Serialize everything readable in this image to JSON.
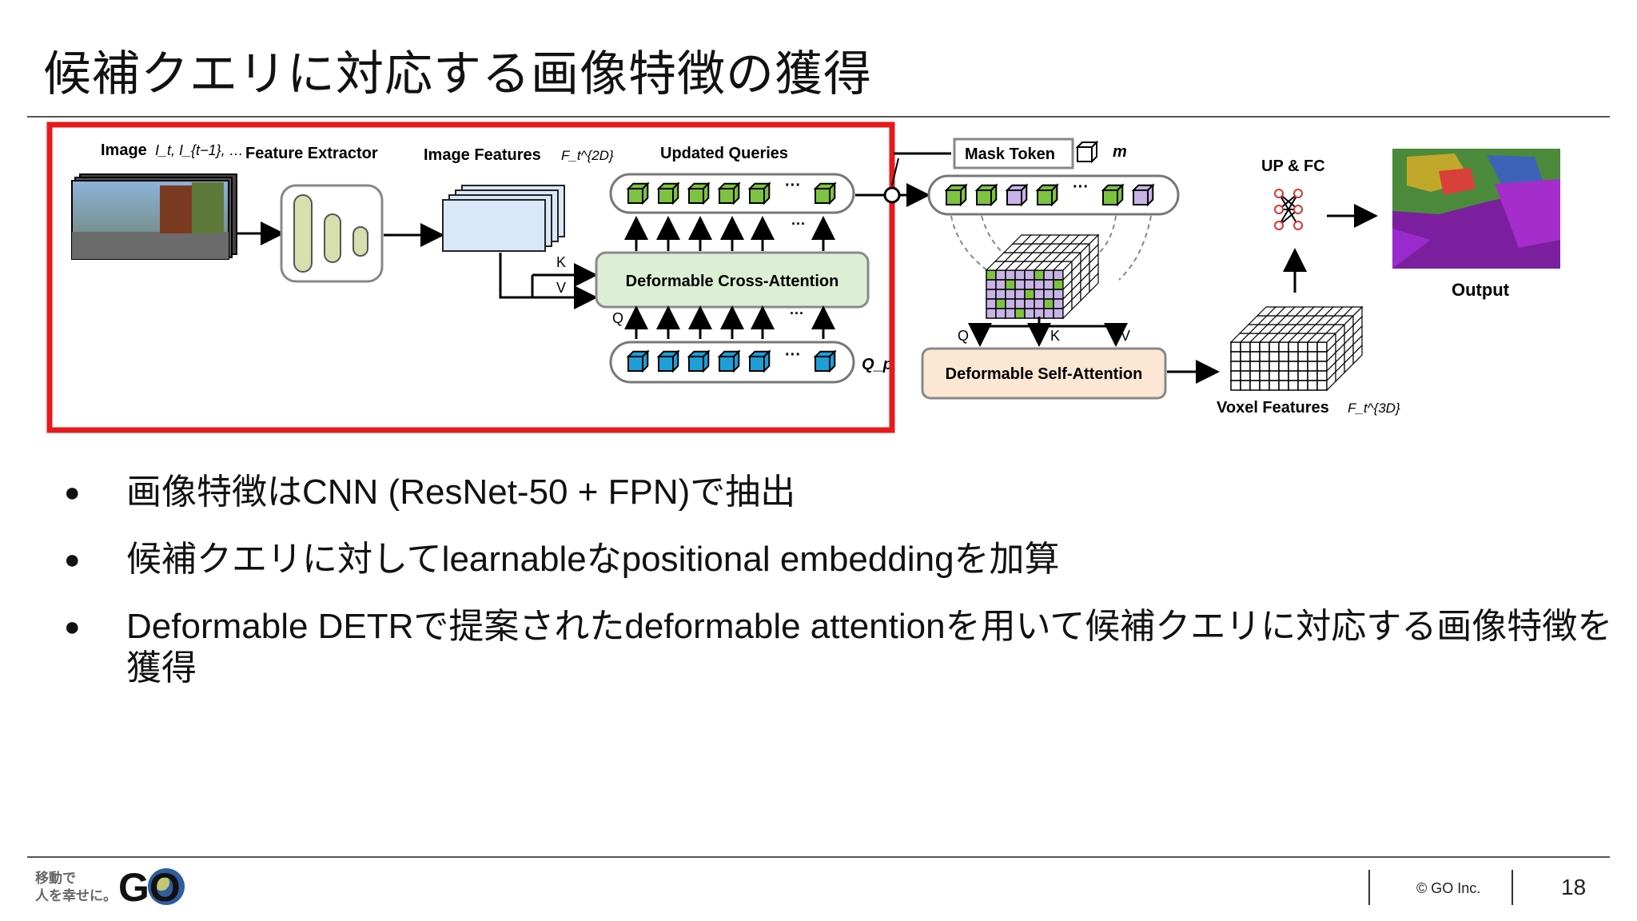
{
  "slide": {
    "title": "候補クエリに対応する画像特徴の獲得",
    "page_number": "18",
    "copyright": "© GO Inc.",
    "logo_tagline_line1": "移動で",
    "logo_tagline_line2": "人を幸せに。",
    "logo_text": "GO"
  },
  "diagram": {
    "image_label": "Image",
    "image_label_math": "I_t, I_{t−1}, …",
    "feature_extractor_label": "Feature Extractor",
    "image_features_label": "Image Features",
    "image_features_math": "F_t^{2D}",
    "updated_queries_label": "Updated Queries",
    "cross_attention_label": "Deformable Cross-Attention",
    "k_label": "K",
    "v_label": "V",
    "q_label": "Q",
    "qp_label": "Q_p",
    "mask_token_label": "Mask Token",
    "m_label": "m",
    "self_attention_label": "Deformable Self-Attention",
    "sa_q_label": "Q",
    "sa_k_label": "K",
    "sa_v_label": "V",
    "voxel_features_label": "Voxel Features",
    "voxel_features_math": "F_t^{3D}",
    "up_fc_label": "UP & FC",
    "output_label": "Output",
    "ellipsis": "···",
    "colors": {
      "highlight_box": "#e8191c",
      "query_green": "#7ec242",
      "query_blue": "#1e9fd8",
      "mask_purple": "#c7b3e6",
      "cross_attention_fill": "#dcefd4",
      "self_attention_fill": "#fbe7d3",
      "feature_blue": "#d9e8f8",
      "extractor_fill": "#d8dfae"
    }
  },
  "bullets": [
    "画像特徴はCNN (ResNet-50 + FPN)で抽出",
    "候補クエリに対してlearnableなpositional embeddingを加算",
    "Deformable DETRで提案されたdeformable attentionを用いて候補クエリに対応する画像特徴を獲得"
  ]
}
